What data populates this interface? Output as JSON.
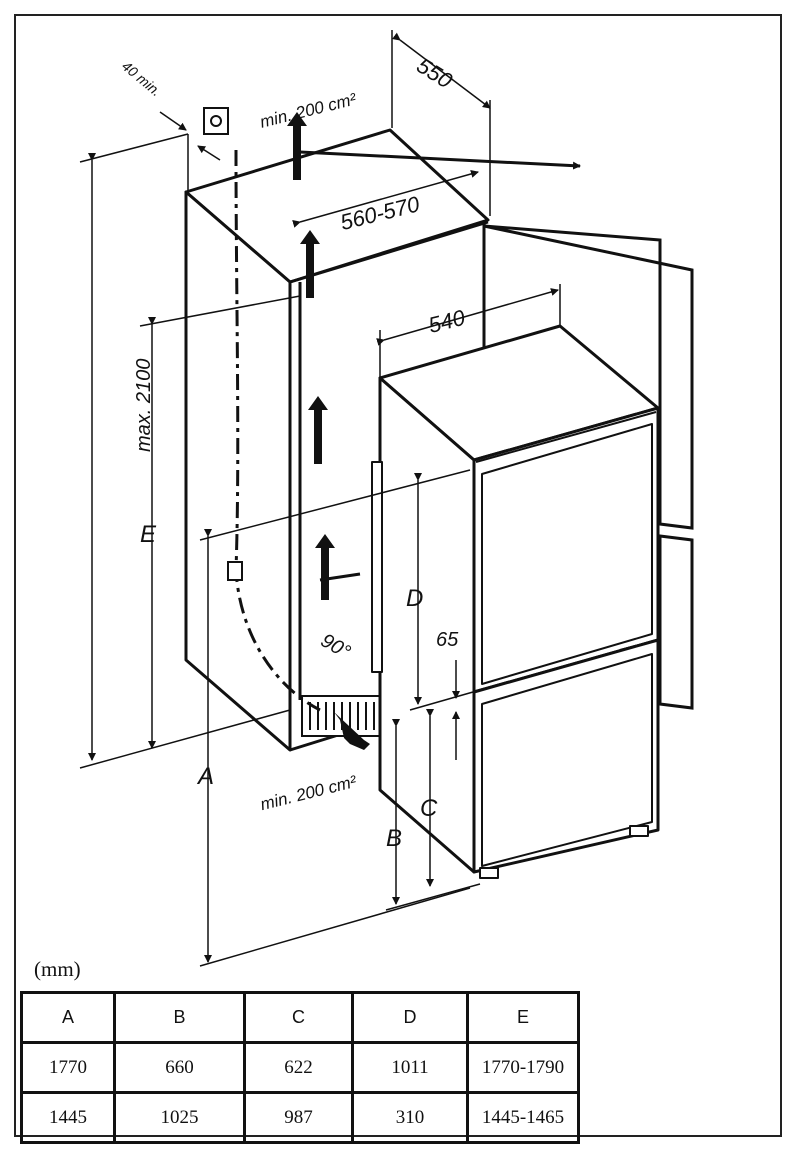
{
  "labels": {
    "dim_550": "550",
    "dim_40min": "40 min.",
    "vent_top": "min. 200 cm²",
    "dim_560_570": "560-570",
    "dim_540": "540",
    "max_2100": "max. 2100",
    "E": "E",
    "D": "D",
    "dim_65": "65",
    "angle_90": "90°",
    "vent_bottom": "min. 200 cm²",
    "A": "A",
    "B": "B",
    "C": "C"
  },
  "unit": "(mm)",
  "table": {
    "headers": [
      "A",
      "B",
      "C",
      "D",
      "E"
    ],
    "rows": [
      [
        "1770",
        "660",
        "622",
        "1011",
        "1770-1790"
      ],
      [
        "1445",
        "1025",
        "987",
        "310",
        "1445-1465"
      ]
    ]
  }
}
